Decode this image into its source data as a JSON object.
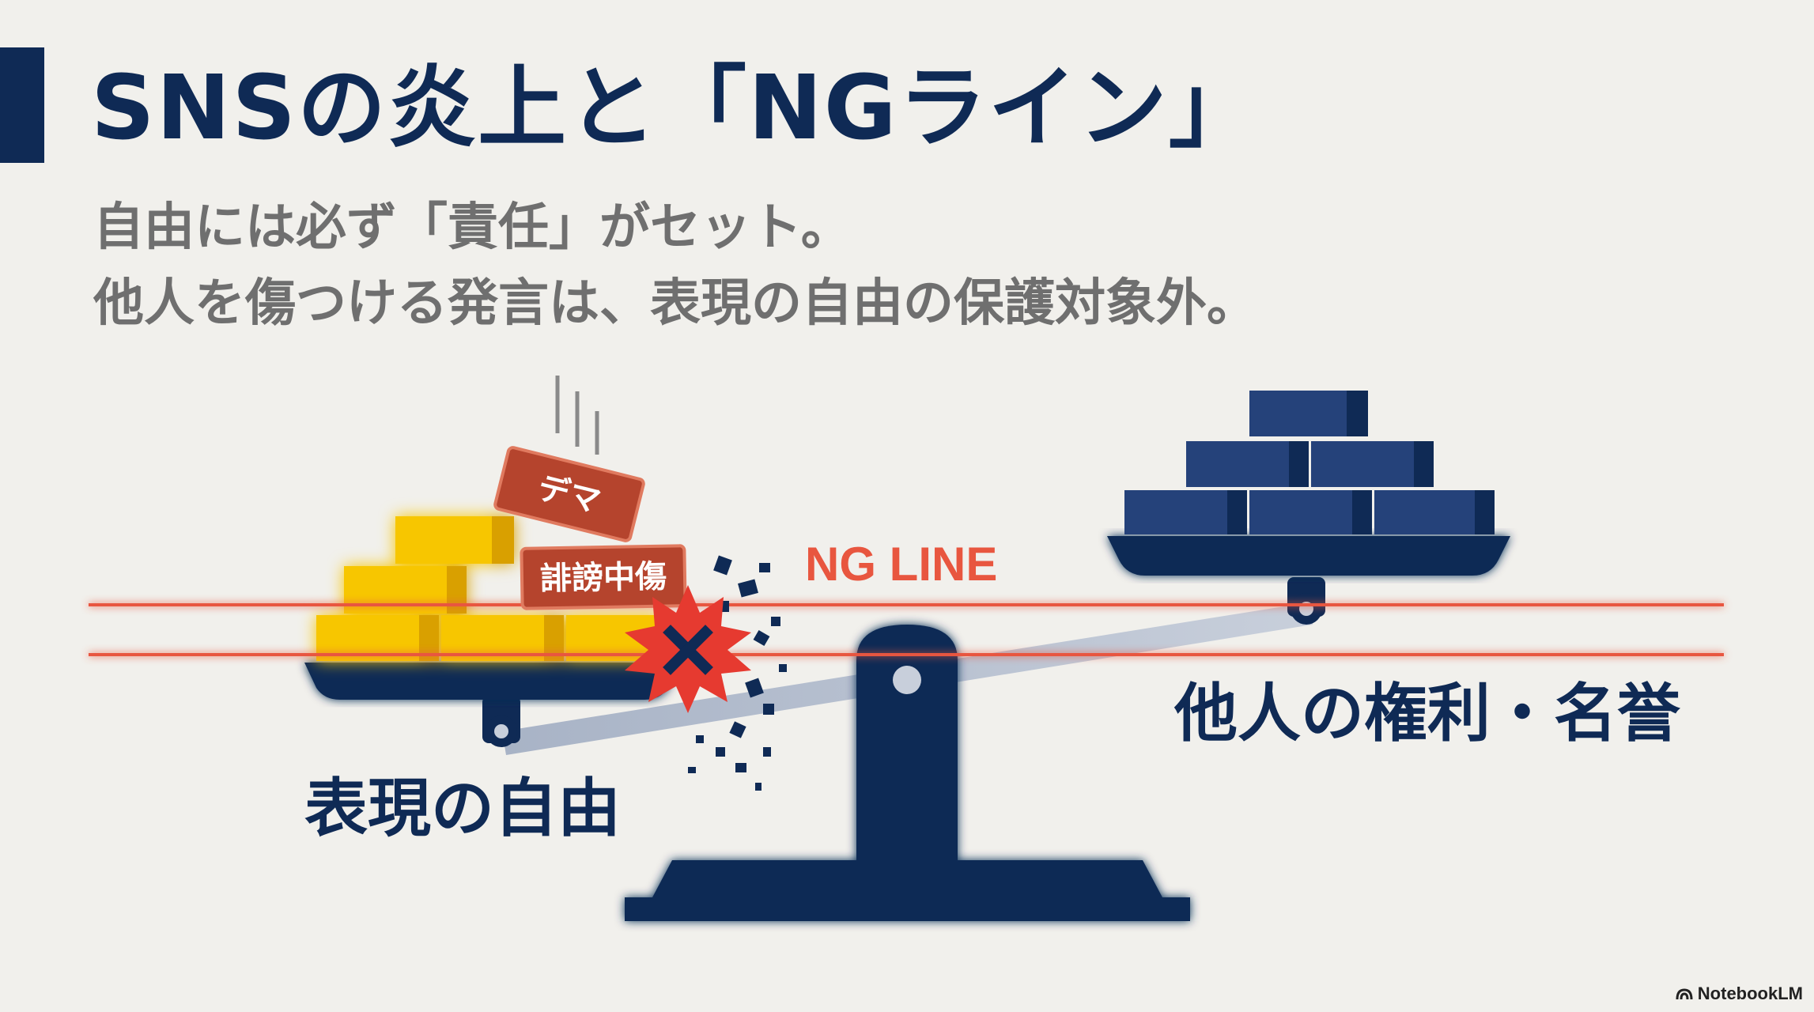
{
  "slide": {
    "title": "SNSの炎上と「NGライン」",
    "subtitle_lines": [
      "自由には必ず「責任」がセット。",
      "他人を傷つける発言は、表現の自由の保護対象外。"
    ]
  },
  "diagram": {
    "ng_line_label": "NG LINE",
    "left_pan_label": "表現の自由",
    "right_pan_label": "他人の権利・名誉",
    "falling_blocks": [
      "デマ",
      "誹謗中傷"
    ],
    "colors": {
      "navy": "#0f2a55",
      "gold": "#f6c400",
      "ng_red": "#e8563f",
      "block_red": "#b5442d"
    }
  },
  "footer": {
    "brand": "NotebookLM"
  }
}
